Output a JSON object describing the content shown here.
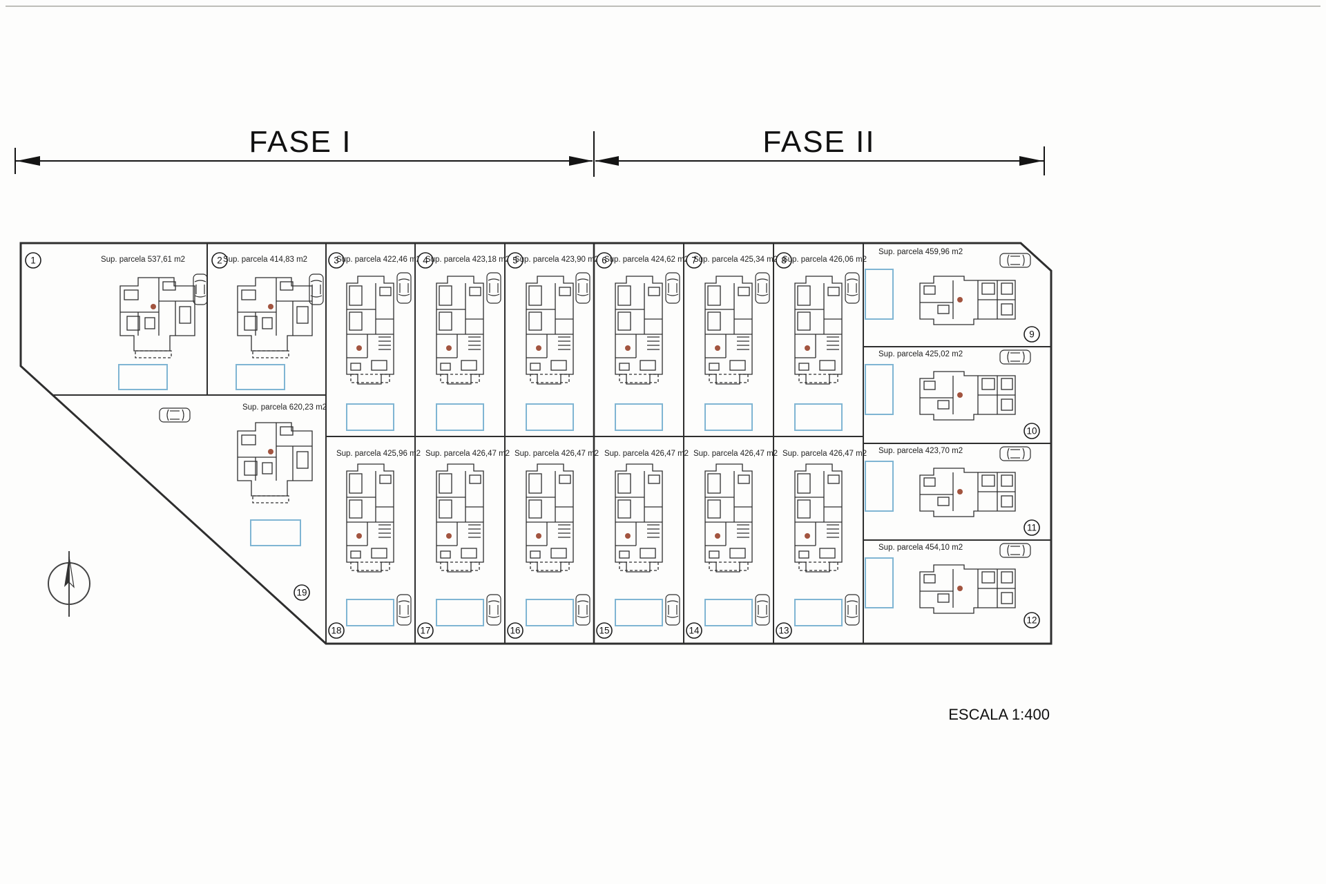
{
  "header": {
    "fase1": "FASE I",
    "fase2": "FASE II"
  },
  "scale": {
    "label": "ESCALA  1:400"
  },
  "plots": [
    {
      "num": "1",
      "area": "Sup. parcela 537,61 m2"
    },
    {
      "num": "2",
      "area": "Sup. parcela 414,83 m2"
    },
    {
      "num": "3",
      "area": "Sup. parcela 422,46 m2"
    },
    {
      "num": "4",
      "area": "Sup. parcela 423,18 m2"
    },
    {
      "num": "5",
      "area": "Sup. parcela 423,90 m2"
    },
    {
      "num": "6",
      "area": "Sup. parcela 424,62 m2"
    },
    {
      "num": "7",
      "area": "Sup. parcela 425,34 m2"
    },
    {
      "num": "8",
      "area": "Sup. parcela 426,06 m2"
    },
    {
      "num": "9",
      "area": "Sup. parcela 459,96 m2"
    },
    {
      "num": "10",
      "area": "Sup. parcela 425,02 m2"
    },
    {
      "num": "11",
      "area": "Sup. parcela 423,70 m2"
    },
    {
      "num": "12",
      "area": "Sup. parcela 454,10 m2"
    },
    {
      "num": "13",
      "area": "Sup. parcela 426,47 m2"
    },
    {
      "num": "14",
      "area": "Sup. parcela 426,47 m2"
    },
    {
      "num": "15",
      "area": "Sup. parcela 426,47 m2"
    },
    {
      "num": "16",
      "area": "Sup. parcela 426,47 m2"
    },
    {
      "num": "17",
      "area": "Sup. parcela 426,47 m2"
    },
    {
      "num": "18",
      "area": "Sup. parcela 425,96 m2"
    },
    {
      "num": "19",
      "area": "Sup. parcela 620,23 m2"
    }
  ],
  "colors": {
    "pool": "#7fb5d3",
    "line": "#2e2e2e",
    "accent_red": "#a2543f",
    "paper": "#fdfdfc"
  }
}
